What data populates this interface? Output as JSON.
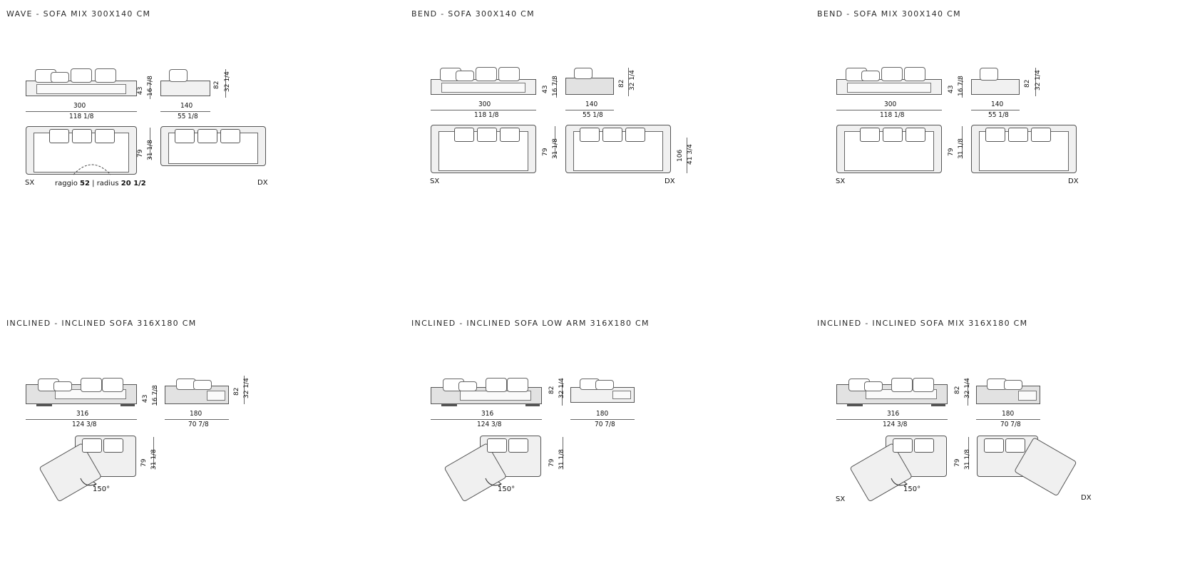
{
  "panels": [
    {
      "title": "WAVE - SOFA MIX 300X140 CM",
      "front_width_cm": "300",
      "front_width_in": "118 1/8",
      "side_width_cm": "140",
      "side_width_in": "55 1/8",
      "front_height_cm": "43",
      "front_height_in": "16 7/8",
      "side_height_cm": "82",
      "side_height_in": "32 1/4",
      "plan_depth_cm": "79",
      "plan_depth_in": "31 1/8",
      "left_label": "SX",
      "right_label": "DX",
      "note_prefix": "raggio",
      "note_radius_cm": "52",
      "note_sep": "| radius",
      "note_radius_in": "20 1/2"
    },
    {
      "title": "BEND - SOFA 300X140 CM",
      "front_width_cm": "300",
      "front_width_in": "118 1/8",
      "side_width_cm": "140",
      "side_width_in": "55 1/8",
      "front_height_cm": "43",
      "front_height_in": "16 7/8",
      "side_height_cm": "82",
      "side_height_in": "32 1/4",
      "plan_depth_cm": "79",
      "plan_depth_in": "31 1/8",
      "plan2_depth_cm": "106",
      "plan2_depth_in": "41 3/4",
      "left_label": "SX",
      "right_label": "DX"
    },
    {
      "title": "BEND - SOFA MIX 300X140 CM",
      "front_width_cm": "300",
      "front_width_in": "118 1/8",
      "side_width_cm": "140",
      "side_width_in": "55 1/8",
      "front_height_cm": "43",
      "front_height_in": "16 7/8",
      "side_height_cm": "82",
      "side_height_in": "32 1/4",
      "plan_depth_cm": "79",
      "plan_depth_in": "31 1/8",
      "left_label": "SX",
      "right_label": "DX"
    },
    {
      "title": "INCLINED - INCLINED SOFA 316X180 CM",
      "front_width_cm": "316",
      "front_width_in": "124 3/8",
      "side_width_cm": "180",
      "side_width_in": "70 7/8",
      "front_height_cm": "43",
      "front_height_in": "16 7/8",
      "side_height_cm": "82",
      "side_height_in": "32 1/4",
      "plan_depth_cm": "79",
      "plan_depth_in": "31 1/8",
      "angle": "150°"
    },
    {
      "title": "INCLINED - INCLINED SOFA LOW ARM 316X180 CM",
      "front_width_cm": "316",
      "front_width_in": "124 3/8",
      "side_width_cm": "180",
      "side_width_in": "70 7/8",
      "front_height_cm": "82",
      "front_height_in": "32 1/4",
      "plan_depth_cm": "79",
      "plan_depth_in": "31 1/8",
      "angle": "150°"
    },
    {
      "title": "INCLINED - INCLINED SOFA MIX 316X180 CM",
      "front_width_cm": "316",
      "front_width_in": "124 3/8",
      "side_width_cm": "180",
      "side_width_in": "70 7/8",
      "front_height_cm": "82",
      "front_height_in": "32 1/4",
      "plan_depth_cm": "79",
      "plan_depth_in": "31 1/8",
      "angle": "150°",
      "left_label": "SX",
      "right_label": "DX"
    }
  ]
}
